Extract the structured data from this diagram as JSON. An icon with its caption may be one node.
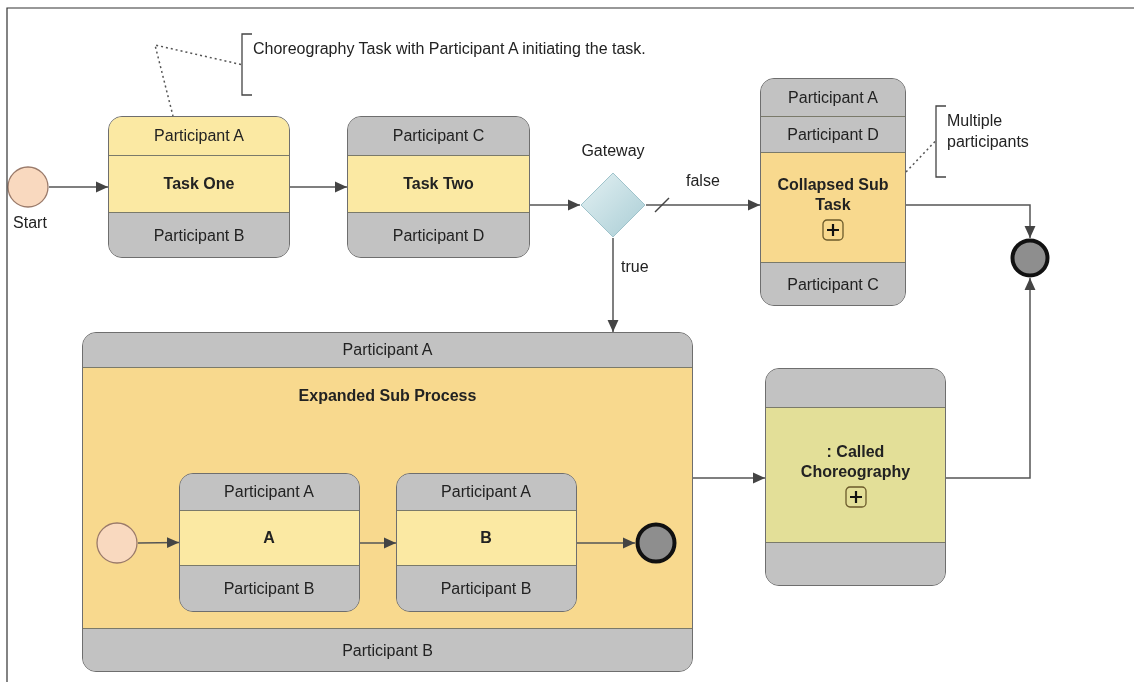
{
  "diagram": {
    "nodes": [
      {
        "text": [],
        "shape": "circle",
        "beside": [
          "Start"
        ]
      },
      {
        "text": [
          "Participant A",
          "Task One",
          "Participant B"
        ]
      },
      {
        "text": [
          "Choreography Task with Participant A initiating the task."
        ]
      },
      {
        "text": [
          "Participant C",
          "Task Two",
          "Participant D"
        ]
      },
      {
        "text": [],
        "shape": "diamond",
        "beside": [
          "Gateway"
        ]
      },
      {
        "text": [
          "Participant A",
          "Participant D",
          "Collapsed Sub Task",
          "Participant C"
        ]
      },
      {
        "text": [
          "Multiple participants"
        ]
      },
      {
        "text": [],
        "shape": "circle"
      },
      {
        "text": [
          "Participant A",
          "Expanded Sub Process",
          "Participant B"
        ]
      },
      {
        "text": [],
        "shape": "circle",
        "in": 8
      },
      {
        "text": [
          "Participant A",
          "A",
          "Participant B"
        ],
        "in": 8
      },
      {
        "text": [
          "Participant A",
          "B",
          "Participant B"
        ],
        "in": 8
      },
      {
        "text": [],
        "shape": "circle",
        "in": 8
      },
      {
        "text": [
          ": Called Choreography"
        ]
      }
    ],
    "edges": [
      {
        "from": 0,
        "to": 1,
        "arrow": "to"
      },
      {
        "from": 1,
        "to": 3,
        "arrow": "to"
      },
      {
        "from": 3,
        "to": 4,
        "arrow": "to"
      },
      {
        "from": 4,
        "to": 5,
        "arrow": "to",
        "label": "false"
      },
      {
        "from": 4,
        "to": 8,
        "arrow": "to",
        "label": "true"
      },
      {
        "from": 5,
        "to": 7,
        "arrow": "to"
      },
      {
        "from": 8,
        "to": 13,
        "arrow": "to"
      },
      {
        "from": 13,
        "to": 7,
        "arrow": "to"
      },
      {
        "from": 9,
        "to": 10,
        "arrow": "to"
      },
      {
        "from": 10,
        "to": 11,
        "arrow": "to"
      },
      {
        "from": 11,
        "to": 12,
        "arrow": "to"
      },
      {
        "from": 2,
        "to": 1,
        "arrow": "none",
        "style": "dashed"
      },
      {
        "from": 6,
        "to": 5,
        "arrow": "none",
        "style": "dashed"
      }
    ]
  }
}
